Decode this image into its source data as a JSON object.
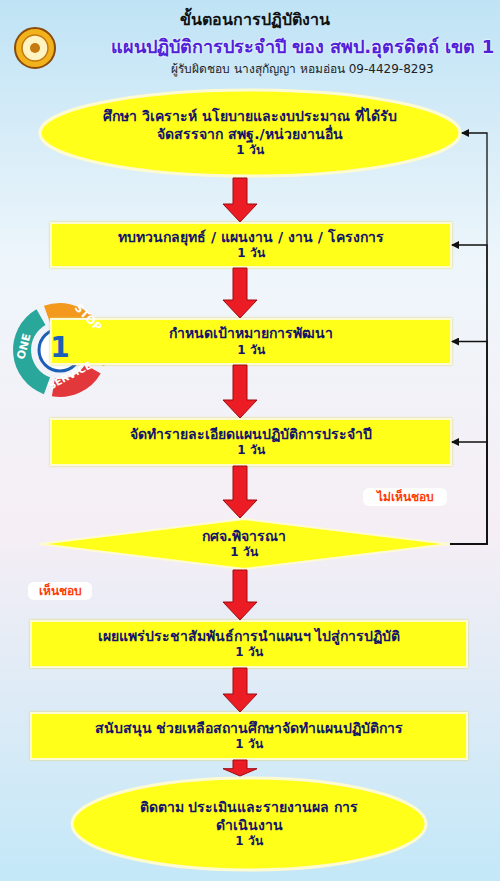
{
  "diagram": {
    "title": "ขั้นตอนการปฏิบัติงาน",
    "nodes": [
      {
        "text": [
          "ศึกษา วิเคราะห์ นโยบายและงบประมาณ ที่ได้รับจัดสรรจาก สพฐ./หน่วยงานอื่น",
          "1 วัน"
        ]
      },
      {
        "text": [
          "ทบทวนกลยุทธ์ / แผนงาน / งาน / โครงการ",
          "1 วัน"
        ]
      },
      {
        "text": [
          "กำหนดเป้าหมายการพัฒนา",
          "1 วัน"
        ]
      },
      {
        "text": [
          "จัดทำรายละเอียดแผนปฏิบัติการประจำปี",
          "1 วัน"
        ]
      },
      {
        "text": [
          "กศจ.พิจารณา",
          "1 วัน"
        ]
      },
      {
        "text": [
          "เผยแพร่ประชาสัมพันธ์การนำแผนฯ ไปสู่การปฏิบัติ",
          "1 วัน"
        ]
      },
      {
        "text": [
          "สนับสนุน ช่วยเหลือสถานศึกษาจัดทำแผนปฏิบัติการ",
          "1 วัน"
        ]
      },
      {
        "text": [
          "ติดตาม ประเมินและรายงานผล การดำเนินงาน",
          "1 วัน"
        ]
      }
    ],
    "edges": [
      {
        "from": 0,
        "to": 1,
        "arrow": "to"
      },
      {
        "from": 1,
        "to": 2,
        "arrow": "to"
      },
      {
        "from": 2,
        "to": 3,
        "arrow": "to"
      },
      {
        "from": 3,
        "to": 4,
        "arrow": "to"
      },
      {
        "from": 4,
        "to": 5,
        "label": "เห็นชอบ",
        "arrow": "to"
      },
      {
        "from": 5,
        "to": 6,
        "arrow": "to"
      },
      {
        "from": 6,
        "to": 7,
        "arrow": "to"
      },
      {
        "from": 4,
        "to": 0,
        "arrow": "to"
      },
      {
        "from": 4,
        "to": 1,
        "arrow": "to"
      },
      {
        "from": 4,
        "to": 2,
        "arrow": "to"
      },
      {
        "from": 4,
        "to": 3,
        "label": "ไม่เห็นชอบ",
        "arrow": "to"
      }
    ],
    "labels": [
      "แผนปฏิบัติการประจำปี ของ สพป.อุตรดิตถ์ เขต 1",
      "ผู้รับผิดชอบ นางสุกัญญา หอมอ่อน 09-4429-8293",
      "ONE",
      "STOP",
      "1",
      "SERVICE"
    ]
  }
}
